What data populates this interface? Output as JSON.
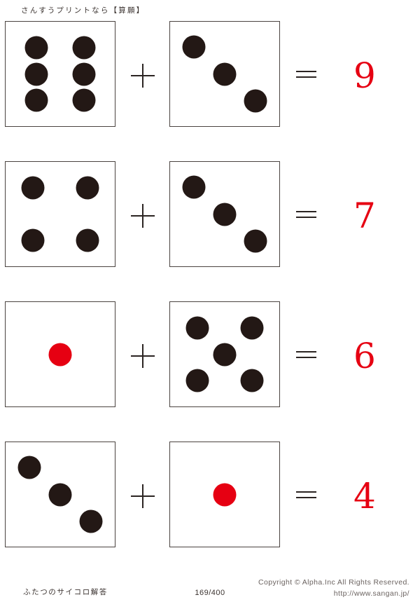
{
  "header": {
    "title": "さんすうプリントなら【算願】"
  },
  "worksheet": {
    "operator_symbol": "+",
    "equals_symbol": "=",
    "pip_color": "#231815",
    "highlight_pip_color": "#e60012",
    "answer_color": "#e60012",
    "rows": [
      {
        "left_die": {
          "value": 6,
          "pip_color": "black",
          "pips": [
            [
              28,
              25
            ],
            [
              72,
              25
            ],
            [
              28,
              50
            ],
            [
              72,
              50
            ],
            [
              28,
              75
            ],
            [
              72,
              75
            ]
          ]
        },
        "right_die": {
          "value": 3,
          "pip_color": "black",
          "pips": [
            [
              22,
              24
            ],
            [
              50,
              50
            ],
            [
              78,
              76
            ]
          ]
        },
        "answer": "9"
      },
      {
        "left_die": {
          "value": 4,
          "pip_color": "black",
          "pips": [
            [
              25,
              25
            ],
            [
              75,
              25
            ],
            [
              25,
              75
            ],
            [
              75,
              75
            ]
          ]
        },
        "right_die": {
          "value": 3,
          "pip_color": "black",
          "pips": [
            [
              22,
              24
            ],
            [
              50,
              50
            ],
            [
              78,
              76
            ]
          ]
        },
        "answer": "7"
      },
      {
        "left_die": {
          "value": 1,
          "pip_color": "red",
          "pips": [
            [
              50,
              50
            ]
          ]
        },
        "right_die": {
          "value": 5,
          "pip_color": "black",
          "pips": [
            [
              25,
              25
            ],
            [
              75,
              25
            ],
            [
              50,
              50
            ],
            [
              25,
              75
            ],
            [
              75,
              75
            ]
          ]
        },
        "answer": "6"
      },
      {
        "left_die": {
          "value": 3,
          "pip_color": "black",
          "pips": [
            [
              22,
              24
            ],
            [
              50,
              50
            ],
            [
              78,
              76
            ]
          ]
        },
        "right_die": {
          "value": 1,
          "pip_color": "red",
          "pips": [
            [
              50,
              50
            ]
          ]
        },
        "answer": "4"
      }
    ]
  },
  "footer": {
    "label": "ふたつのサイコロ解答",
    "page": "169/400",
    "copyright": "Copyright ©  Alpha.Inc All Rights Reserved.",
    "url": "http://www.sangan.jp/"
  }
}
